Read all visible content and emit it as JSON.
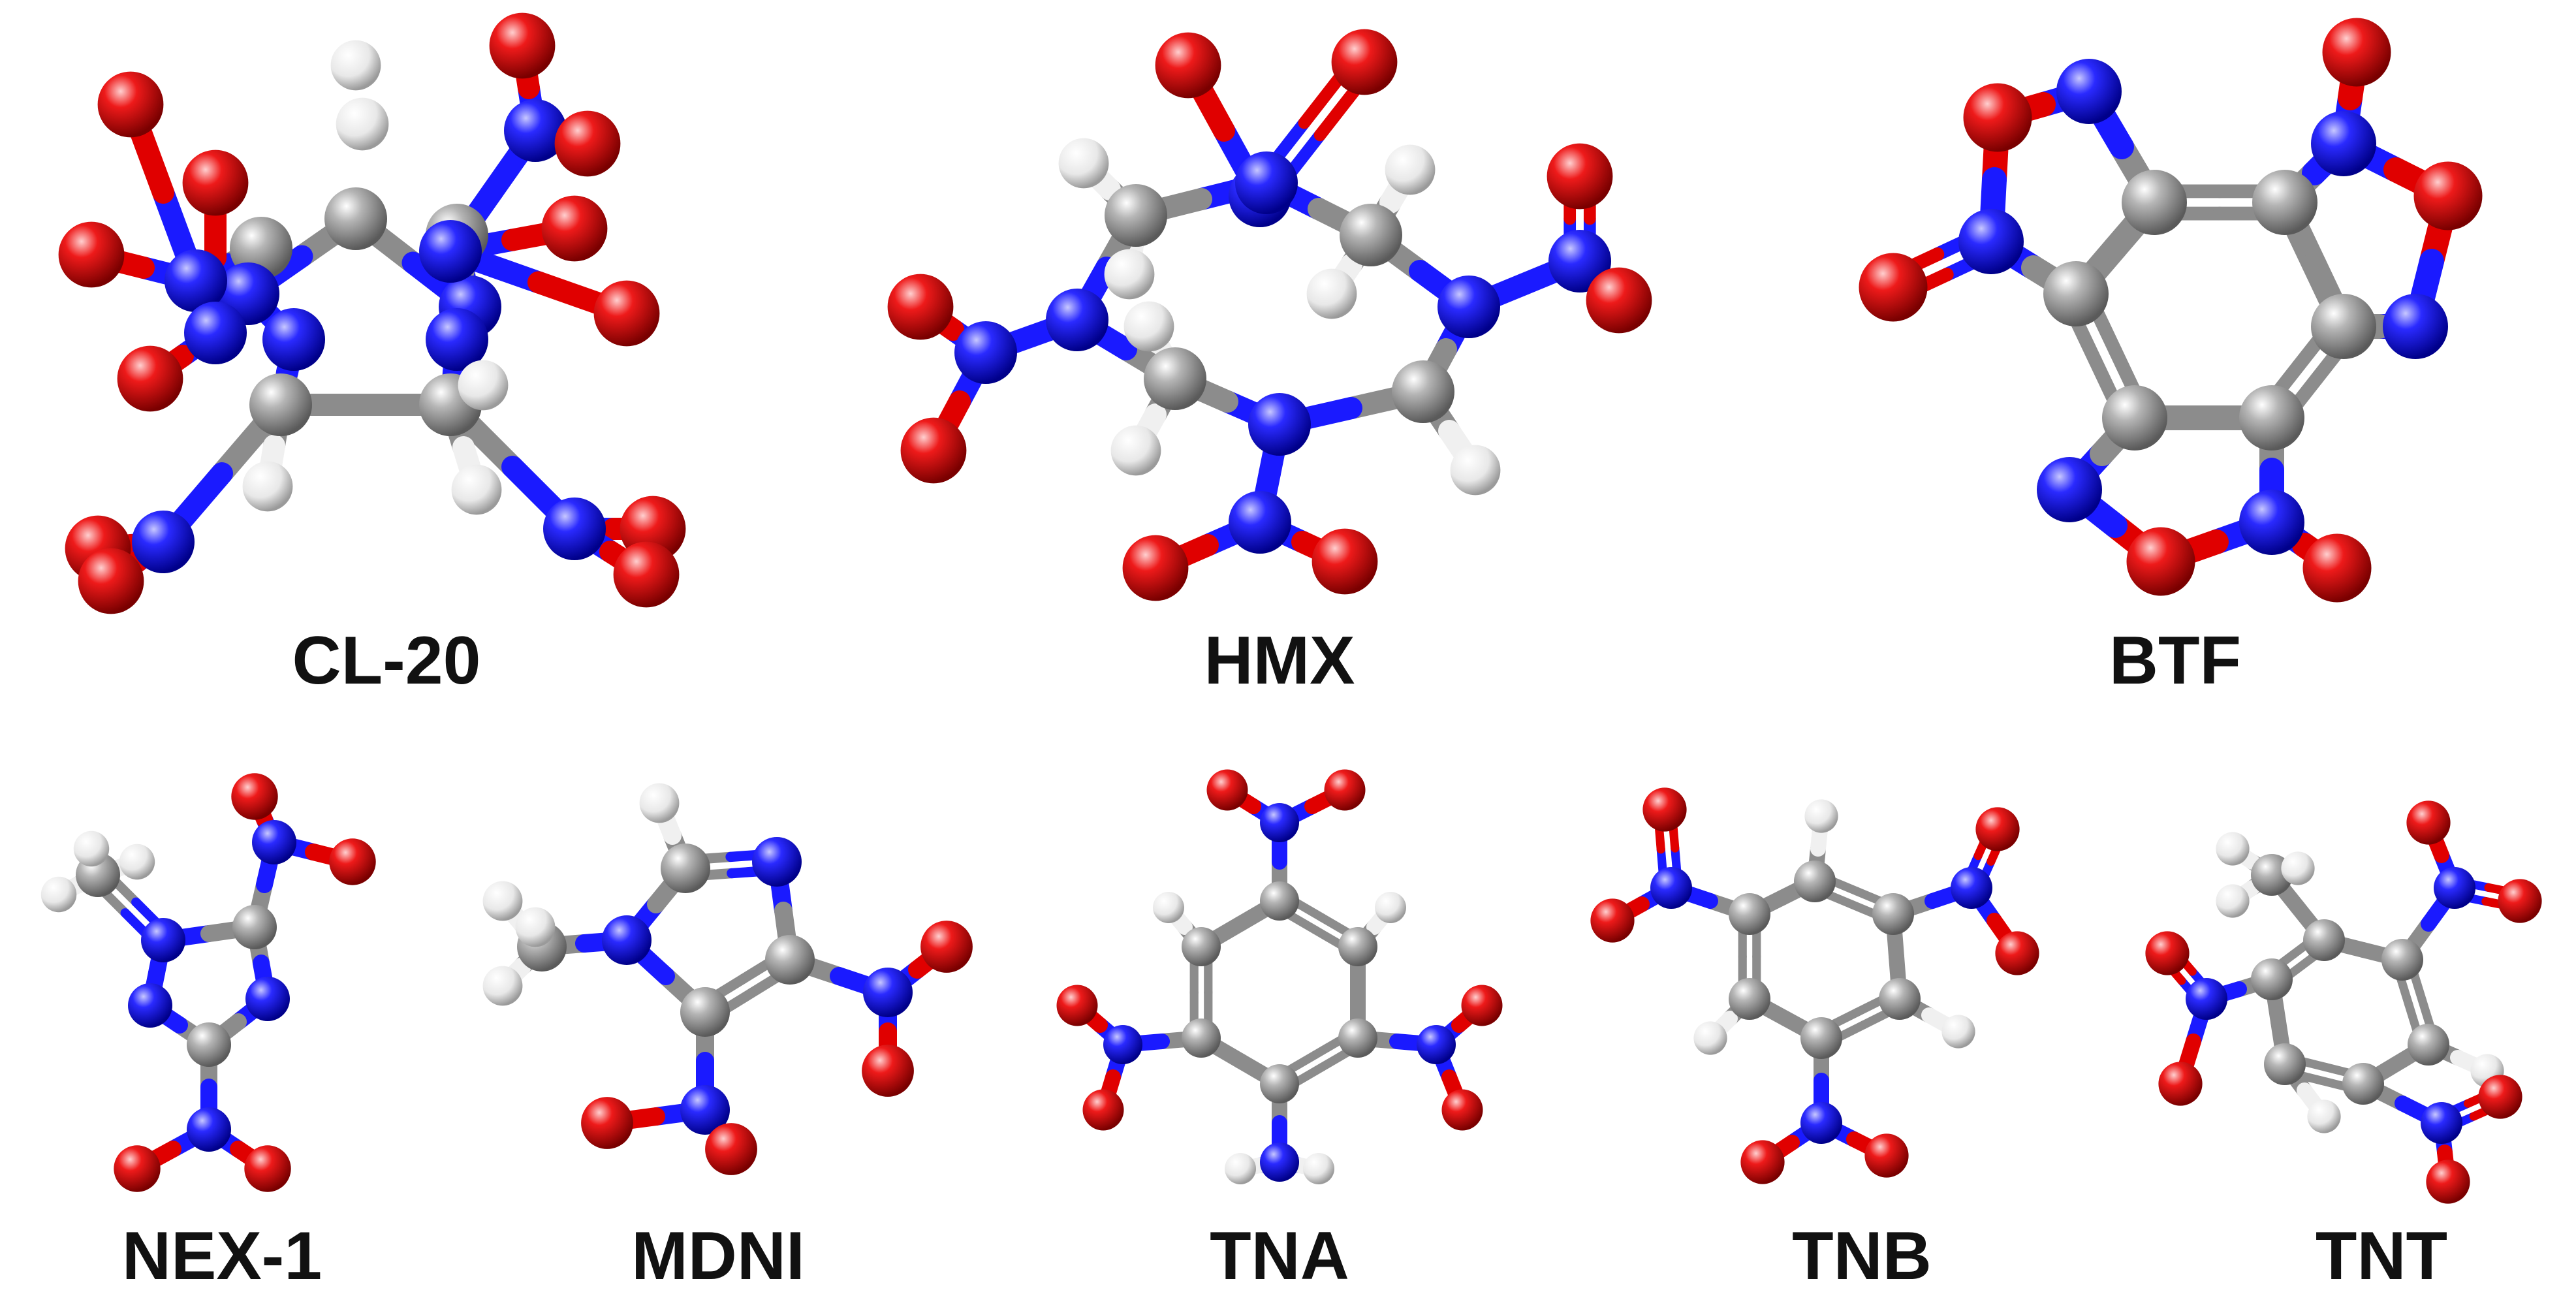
{
  "molecules": [
    {
      "id": "cl20",
      "label": "CL-20"
    },
    {
      "id": "hmx",
      "label": "HMX"
    },
    {
      "id": "btf",
      "label": "BTF"
    },
    {
      "id": "nex1",
      "label": "NEX-1"
    },
    {
      "id": "mdni",
      "label": "MDNI"
    },
    {
      "id": "tna",
      "label": "TNA"
    },
    {
      "id": "tnb",
      "label": "TNB"
    },
    {
      "id": "tnt",
      "label": "TNT"
    }
  ],
  "atom_colors": {
    "carbon": "#8c8c8c",
    "nitrogen": "#1a1aff",
    "oxygen": "#e00000",
    "hydrogen": "#f0f0f0"
  }
}
